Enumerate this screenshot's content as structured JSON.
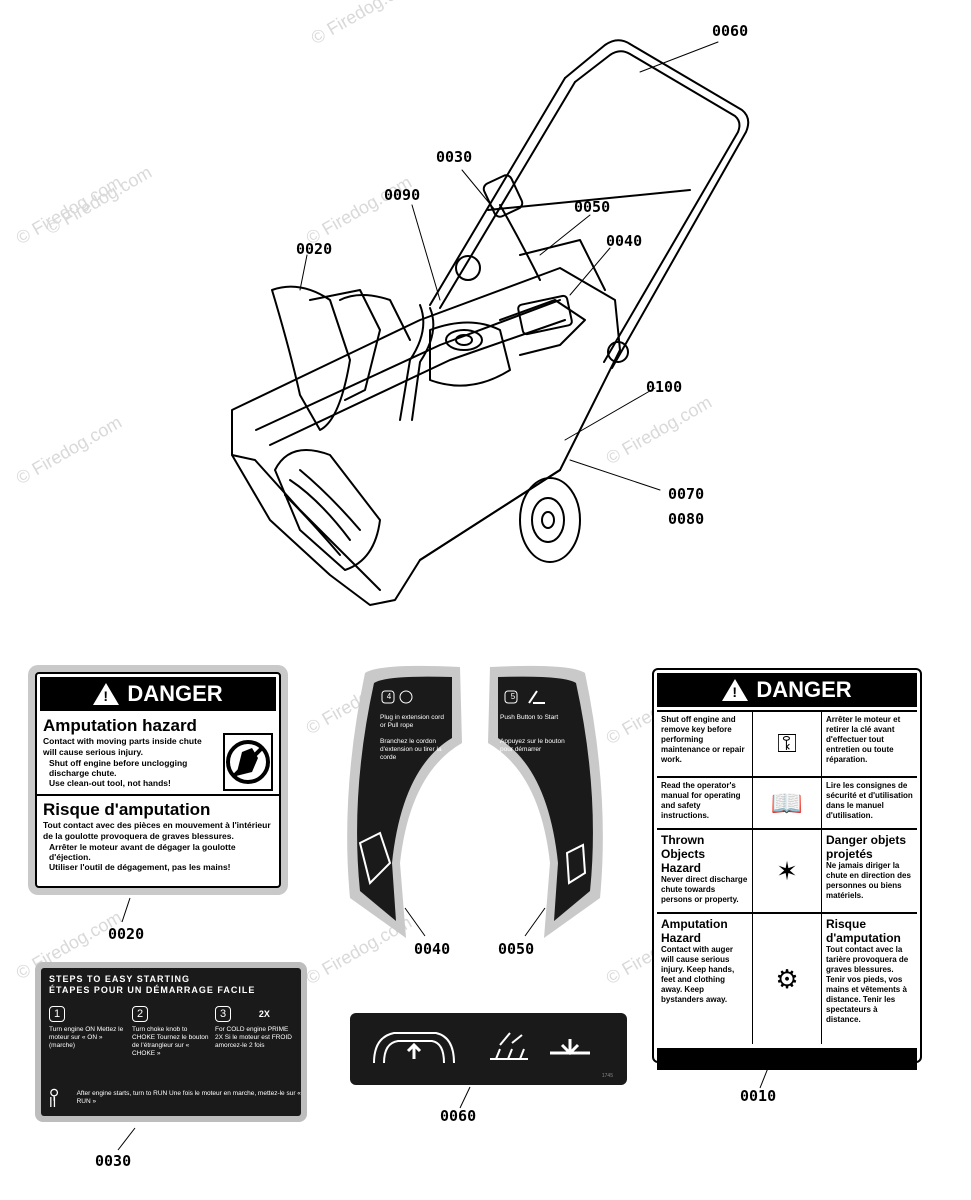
{
  "callouts": [
    {
      "id": "c0060a",
      "label": "0060"
    },
    {
      "id": "c0030a",
      "label": "0030"
    },
    {
      "id": "c0090",
      "label": "0090"
    },
    {
      "id": "c0050a",
      "label": "0050"
    },
    {
      "id": "c0040a",
      "label": "0040"
    },
    {
      "id": "c0020a",
      "label": "0020"
    },
    {
      "id": "c0100",
      "label": "0100"
    },
    {
      "id": "c0070",
      "label": "0070"
    },
    {
      "id": "c0080",
      "label": "0080"
    },
    {
      "id": "c0020b",
      "label": "0020"
    },
    {
      "id": "c0040b",
      "label": "0040"
    },
    {
      "id": "c0050b",
      "label": "0050"
    },
    {
      "id": "c0010",
      "label": "0010"
    },
    {
      "id": "c0060b",
      "label": "0060"
    },
    {
      "id": "c0030b",
      "label": "0030"
    }
  ],
  "watermark": "© Firedog.com",
  "decal_0020": {
    "banner": "DANGER",
    "heading_en": "Amputation hazard",
    "body_en": "Contact with moving parts inside chute will cause serious injury.",
    "bullets_en": [
      "Shut off engine before unclogging discharge chute.",
      "Use clean-out tool, not hands!"
    ],
    "heading_fr": "Risque d'amputation",
    "body_fr": "Tout contact avec des pièces en mouvement à l'intérieur de la goulotte provoquera de graves blessures.",
    "bullets_fr": [
      "Arrêter le moteur avant de dégager la goulotte d'éjection.",
      "Utiliser l'outil de dégagement, pas les mains!"
    ]
  },
  "decal_0040": {
    "step": "4",
    "text_en": "Plug in extension cord or Pull rope",
    "text_fr": "Branchez le cordon d'extension ou tirer la corde"
  },
  "decal_0050": {
    "step": "5",
    "text_en": "Push Button to Start",
    "text_fr": "Appuyez sur le bouton pour démarrer"
  },
  "decal_0010": {
    "banner": "DANGER",
    "rows": [
      {
        "en": "Shut off engine and remove key before performing maintenance or repair work.",
        "fr": "Arrêter le moteur et retirer la clé avant d'effectuer tout entretien ou toute réparation."
      },
      {
        "en": "Read the operator's manual for operating and safety instructions.",
        "fr": "Lire les consignes de sécurité et d'utilisation dans le manuel d'utilisation."
      },
      {
        "head_en": "Thrown Objects Hazard",
        "en": "Never direct discharge chute towards persons or property.",
        "head_fr": "Danger objets projetés",
        "fr": "Ne jamais diriger la chute en direction des personnes ou biens matériels."
      },
      {
        "head_en": "Amputation Hazard",
        "en": "Contact with auger will cause serious injury. Keep hands, feet and clothing away. Keep bystanders away.",
        "head_fr": "Risque d'amputation",
        "fr": "Tout contact avec la tarière provoquera de graves blessures. Tenir vos pieds, vos mains et vêtements à distance. Tenir les spectateurs à distance."
      }
    ]
  },
  "decal_0030": {
    "heading_en": "STEPS TO EASY STARTING",
    "heading_fr": "ÉTAPES POUR UN DÉMARRAGE FACILE",
    "steps": [
      {
        "num": "1",
        "text": "Turn engine ON Mettez le moteur sur « ON » (marche)"
      },
      {
        "num": "2",
        "text": "Turn choke knob to CHOKE Tournez le bouton de l'étrangleur sur « CHOKE »"
      },
      {
        "num": "3",
        "text": "For COLD engine PRIME 2X Si le moteur est FROID amorcez-le 2 fois",
        "badge": "2X"
      }
    ],
    "last": "After engine starts, turn to RUN Une fois le moteur en marche, mettez-le sur « RUN »"
  },
  "decal_0060": {
    "code": "1745"
  }
}
